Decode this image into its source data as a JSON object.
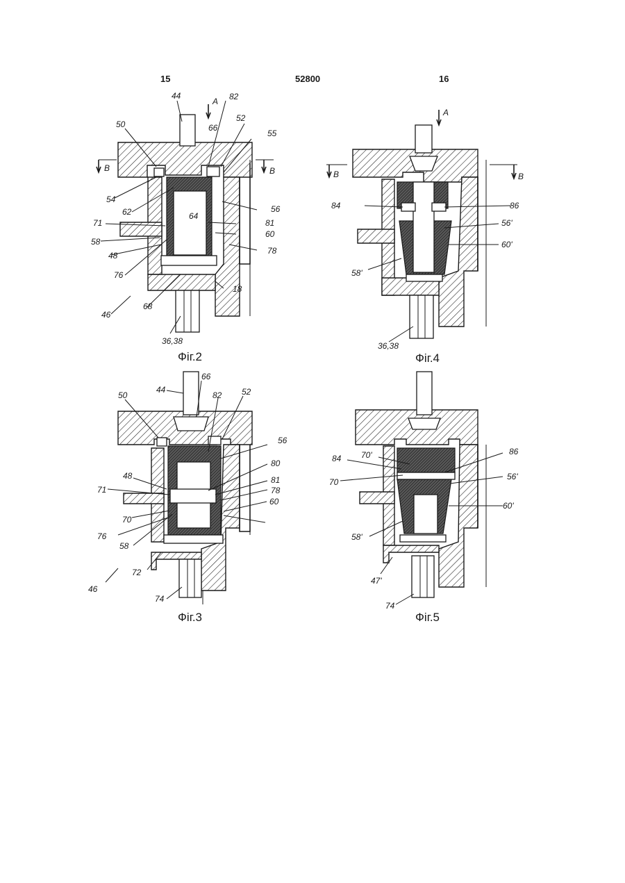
{
  "header": {
    "left_page": "15",
    "doc_number": "52800",
    "right_page": "16"
  },
  "figures": [
    {
      "id": "fig2",
      "caption": "Фіг.2",
      "labels": [
        "44",
        "A",
        "82",
        "52",
        "50",
        "66",
        "55",
        "B",
        "B",
        "54",
        "62",
        "64",
        "56",
        "71",
        "81",
        "58",
        "60",
        "48",
        "78",
        "76",
        "18",
        "68",
        "46",
        "36,38"
      ]
    },
    {
      "id": "fig4",
      "caption": "Фіг.4",
      "labels": [
        "A",
        "B",
        "B",
        "84",
        "86",
        "56'",
        "60'",
        "58'",
        "36,38"
      ]
    },
    {
      "id": "fig3",
      "caption": "Фіг.3",
      "labels": [
        "44",
        "66",
        "50",
        "82",
        "52",
        "56",
        "80",
        "48",
        "81",
        "71",
        "78",
        "70",
        "60",
        "76",
        "58",
        "72",
        "46",
        "74"
      ]
    },
    {
      "id": "fig5",
      "caption": "Фіг.5",
      "labels": [
        "70'",
        "86",
        "84",
        "70",
        "56'",
        "60'",
        "58'",
        "47'",
        "74"
      ]
    }
  ]
}
